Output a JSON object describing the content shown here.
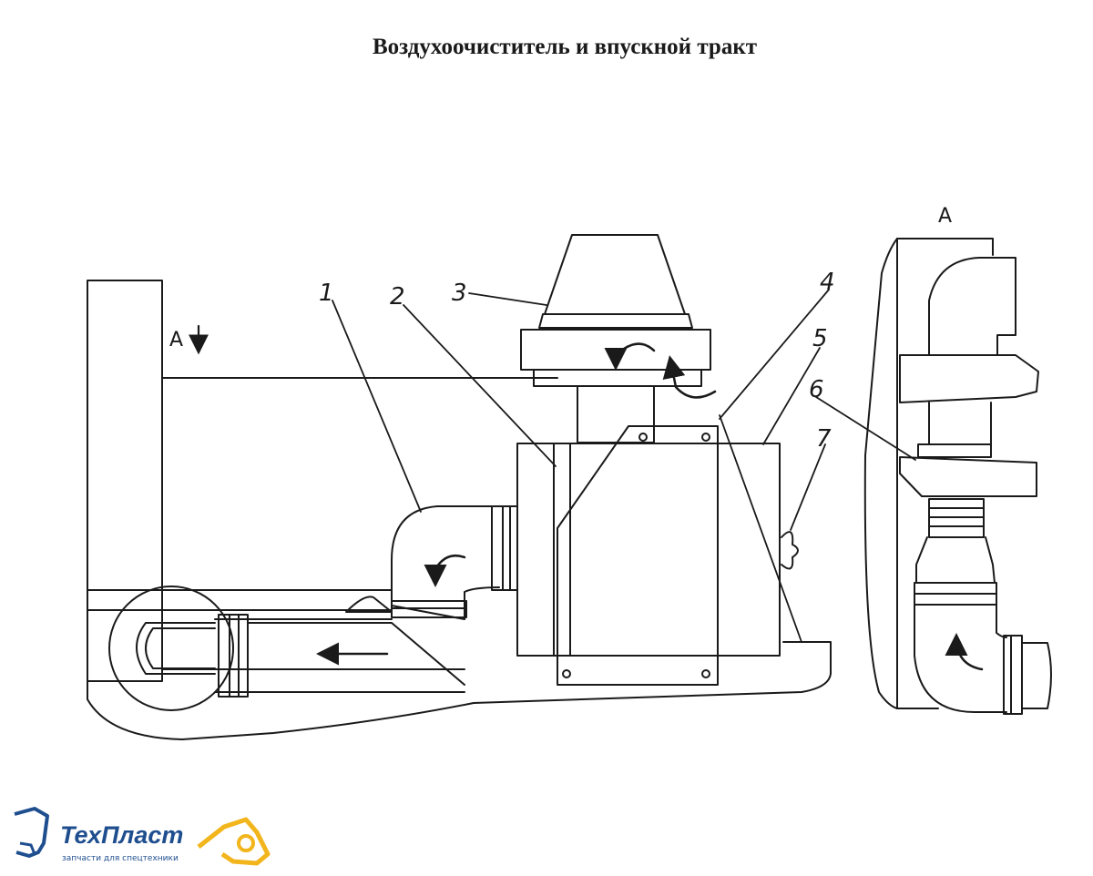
{
  "title": "Воздухоочиститель и впускной тракт",
  "callouts": [
    "1",
    "2",
    "3",
    "4",
    "5",
    "6",
    "7"
  ],
  "view_label": "A",
  "section_marker": "A",
  "logo": {
    "name": "ТехПласт",
    "tagline": "запчасти для спецтехники"
  },
  "colors": {
    "line": "#1a1a1a",
    "logo_blue": "#1f4e8f",
    "logo_yellow": "#f2b51c"
  }
}
